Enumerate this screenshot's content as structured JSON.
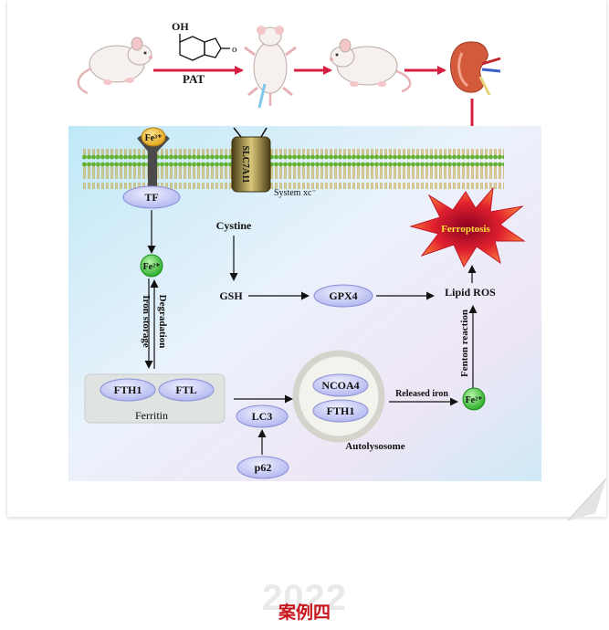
{
  "treatment": {
    "molecule_label": "PAT",
    "oh_label": "OH"
  },
  "membrane": {
    "fe3_label": "Fe³⁺",
    "transporter_label": "SLC7A11",
    "system_label": "System xc⁻"
  },
  "nodes": {
    "tf": "TF",
    "fe2_top": "Fe²⁺",
    "iron_storage": "Iron storage",
    "degradation": "Degradation",
    "cystine": "Cystine",
    "gsh": "GSH",
    "gpx4": "GPX4",
    "lipid_ros": "Lipid ROS",
    "ferroptosis": "Ferroptosis",
    "fenton": "Fenton reaction",
    "fth1": "FTH1",
    "ftl": "FTL",
    "ferritin": "Ferritin",
    "lc3": "LC3",
    "p62": "p62",
    "ncoa4": "NCOA4",
    "fth1_auto": "FTH1",
    "autolysosome": "Autolysosome",
    "released_iron": "Released iron",
    "fe2_right": "Fe²⁺"
  },
  "footer": {
    "year": "2022",
    "case_title": "案例四"
  },
  "colors": {
    "arrow_red": "#d62041",
    "oval_fill": "#c9cdf5",
    "fe_green": "#3ec43e",
    "case_red": "#c8161d"
  }
}
